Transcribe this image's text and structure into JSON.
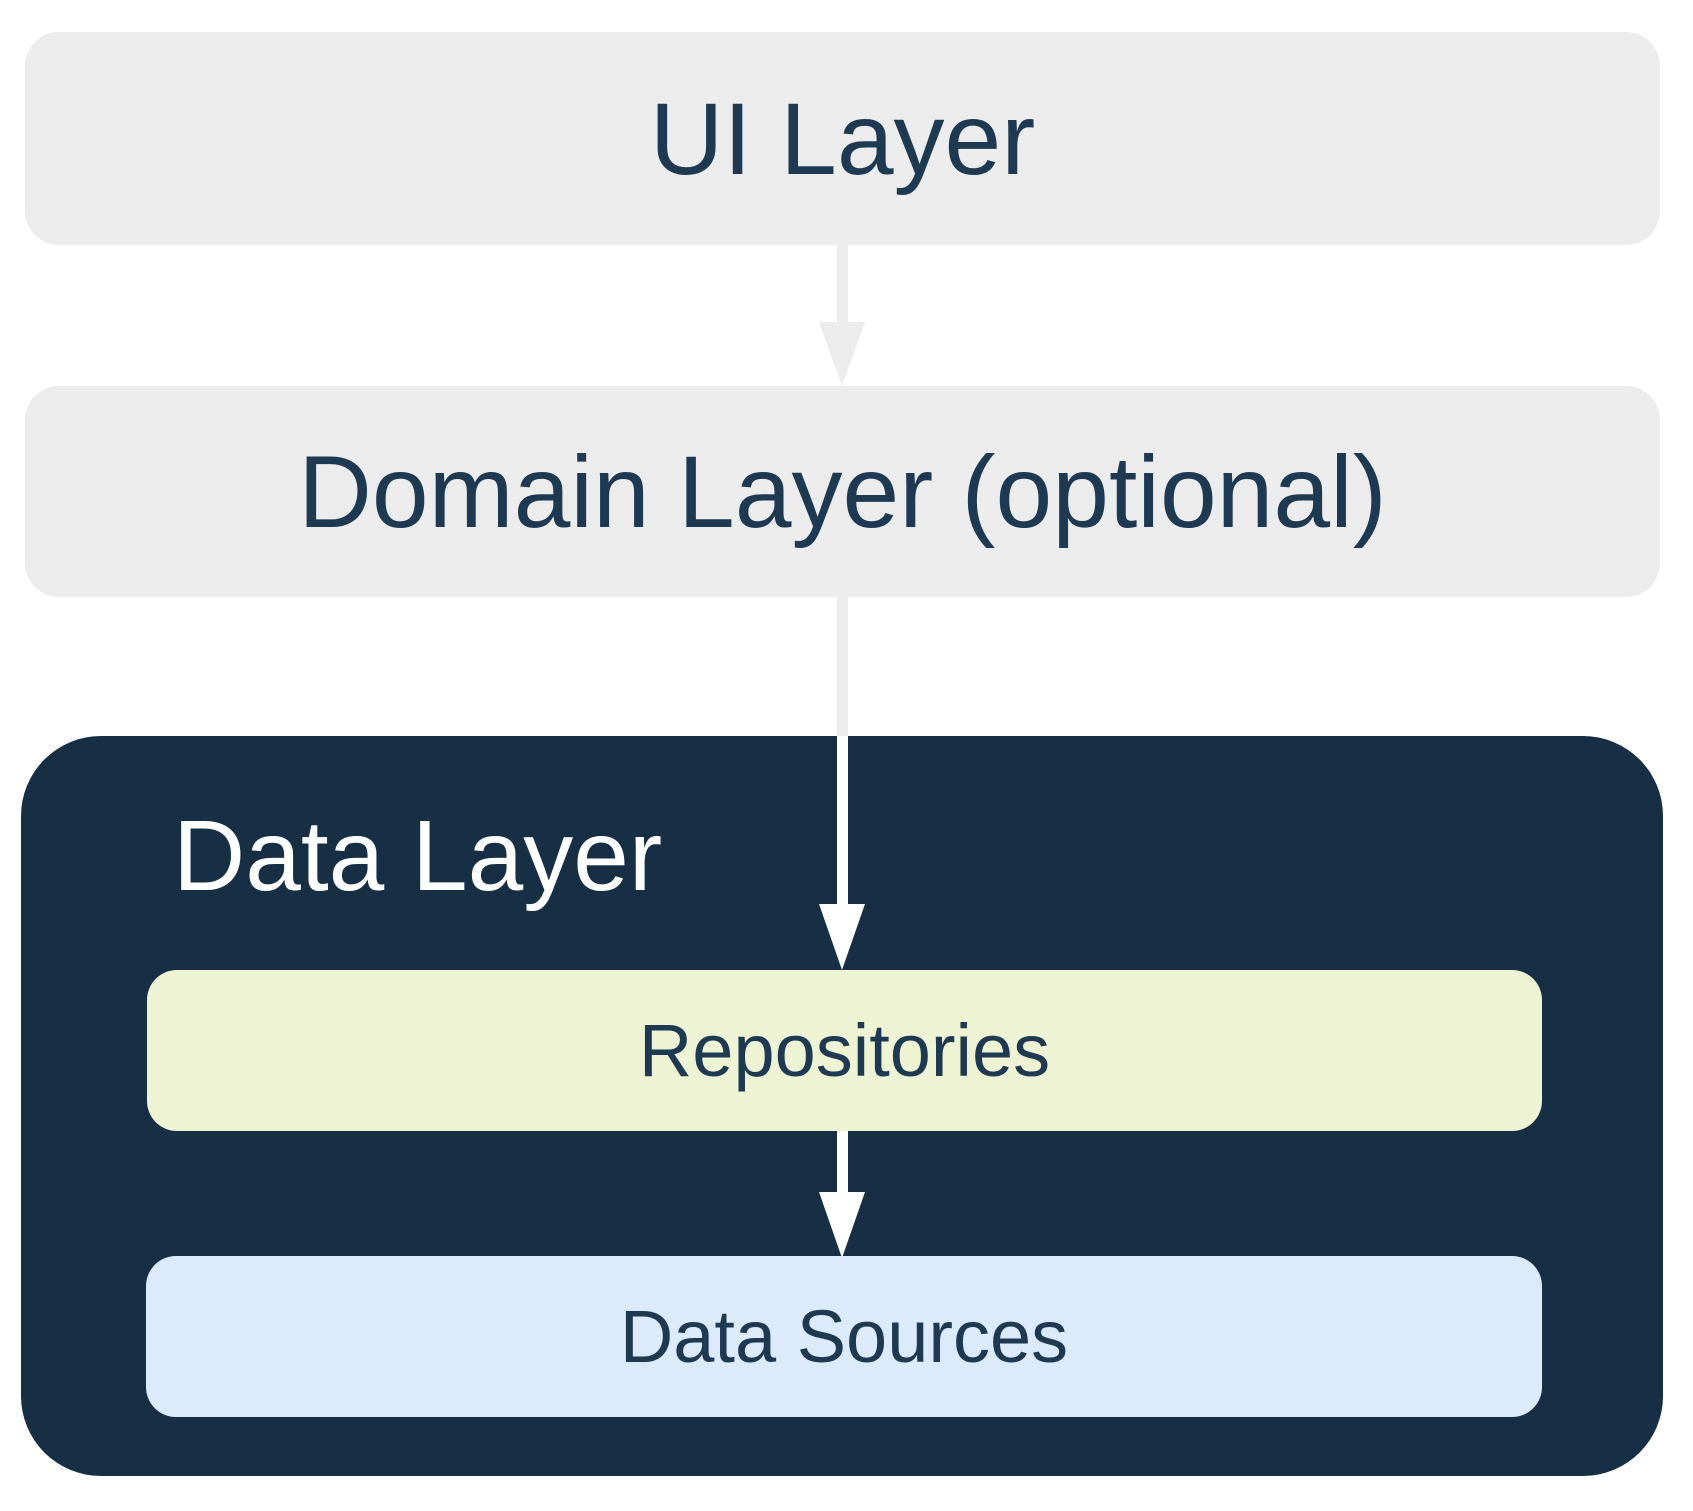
{
  "layers": {
    "ui": {
      "label": "UI Layer"
    },
    "domain": {
      "label": "Domain Layer (optional)"
    },
    "data": {
      "label": "Data Layer",
      "children": {
        "repositories": {
          "label": "Repositories"
        },
        "data_sources": {
          "label": "Data Sources"
        }
      }
    }
  },
  "colors": {
    "page_bg": "#ffffff",
    "box_gray": "#ececec",
    "arrow_gray": "#ececec",
    "dark_navy": "#172f44",
    "repo_green": "#edf3d3",
    "source_blue": "#dbebfc",
    "text_navy": "#1d3a52",
    "white": "#ffffff"
  }
}
